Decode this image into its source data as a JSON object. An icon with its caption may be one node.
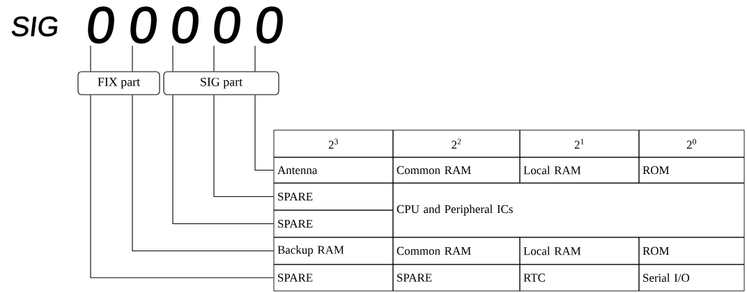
{
  "diagram": {
    "nodes": [
      {
        "text": [
          "0"
        ]
      },
      {
        "text": [
          "0"
        ]
      },
      {
        "text": [
          "0"
        ]
      },
      {
        "text": [
          "0"
        ]
      },
      {
        "text": [
          "0"
        ]
      },
      {
        "text": [
          "FIX part"
        ]
      },
      {
        "text": [
          "SIG part"
        ]
      },
      {
        "text": [
          "2$^{3}$"
        ]
      },
      {
        "text": [
          "2$^{2}$"
        ]
      },
      {
        "text": [
          "2$^{1}$"
        ]
      },
      {
        "text": [
          "2$^{0}$"
        ]
      },
      {
        "text": [
          "Antenna"
        ]
      },
      {
        "text": [
          "Common RAM"
        ]
      },
      {
        "text": [
          "Local RAM"
        ]
      },
      {
        "text": [
          "ROM"
        ]
      },
      {
        "text": [
          "SPARE"
        ]
      },
      {
        "text": [
          "CPU and Peripheral ICs"
        ]
      },
      {
        "text": [
          "SPARE"
        ]
      },
      {
        "text": [
          "Backup RAM"
        ]
      },
      {
        "text": [
          "Common RAM"
        ]
      },
      {
        "text": [
          "Local RAM"
        ]
      },
      {
        "text": [
          "ROM"
        ]
      },
      {
        "text": [
          "SPARE"
        ]
      },
      {
        "text": [
          "SPARE"
        ]
      },
      {
        "text": [
          "RTC"
        ]
      },
      {
        "text": [
          "Serial I/O"
        ]
      }
    ],
    "edges": [
      {
        "from": 0,
        "to": 5,
        "arrow": "none"
      },
      {
        "from": 1,
        "to": 5,
        "arrow": "none"
      },
      {
        "from": 2,
        "to": 6,
        "arrow": "none"
      },
      {
        "from": 3,
        "to": 6,
        "arrow": "none"
      },
      {
        "from": 4,
        "to": 6,
        "arrow": "none"
      },
      {
        "from": 6,
        "to": 11,
        "arrow": "none"
      },
      {
        "from": 6,
        "to": 15,
        "arrow": "none"
      },
      {
        "from": 6,
        "to": 17,
        "arrow": "none"
      },
      {
        "from": 5,
        "to": 18,
        "arrow": "none"
      },
      {
        "from": 5,
        "to": 22,
        "arrow": "none"
      }
    ],
    "labels": [
      "SIG"
    ]
  }
}
